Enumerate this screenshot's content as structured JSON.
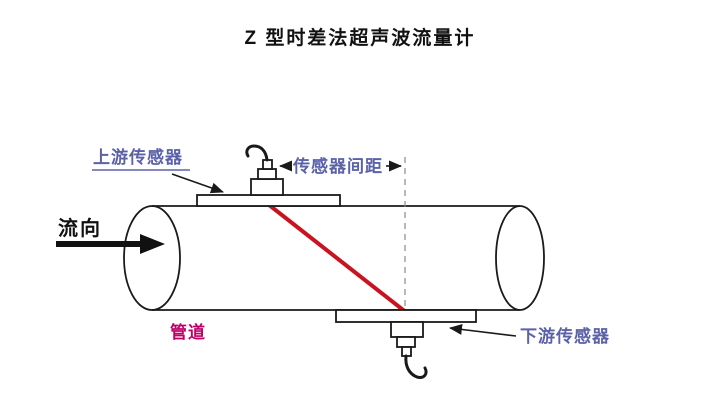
{
  "title": "Z 型时差法超声波流量计",
  "labels": {
    "upstream_sensor": "上游传感器",
    "sensor_spacing": "传感器间距",
    "flow_direction": "流向",
    "pipe": "管道",
    "downstream_sensor": "下游传感器"
  },
  "colors": {
    "outline": "#1a1a1a",
    "label_blue": "#5b62a8",
    "pipe_magenta": "#c0006a",
    "beam_red": "#cb1220",
    "dash_gray": "#8a8a8a"
  },
  "diagram": {
    "type": "ultrasonic-flowmeter-z-method",
    "elements": [
      "pipe",
      "upstream-transducer",
      "downstream-transducer",
      "ultrasonic-beam-path",
      "sensor-spacing-dimension",
      "flow-direction-arrow"
    ]
  }
}
